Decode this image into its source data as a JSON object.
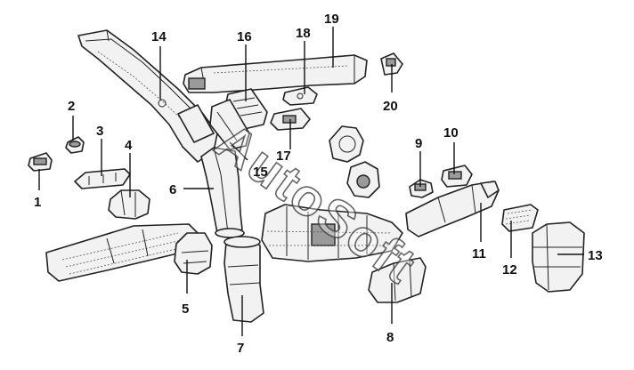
{
  "watermark": {
    "text": "AutoSoft"
  },
  "callouts": [
    {
      "id": "1",
      "label": "1"
    },
    {
      "id": "2",
      "label": "2"
    },
    {
      "id": "3",
      "label": "3"
    },
    {
      "id": "4",
      "label": "4"
    },
    {
      "id": "5",
      "label": "5"
    },
    {
      "id": "6",
      "label": "6"
    },
    {
      "id": "7",
      "label": "7"
    },
    {
      "id": "8",
      "label": "8"
    },
    {
      "id": "9",
      "label": "9"
    },
    {
      "id": "10",
      "label": "10"
    },
    {
      "id": "11",
      "label": "11"
    },
    {
      "id": "12",
      "label": "12"
    },
    {
      "id": "13",
      "label": "13"
    },
    {
      "id": "14",
      "label": "14"
    },
    {
      "id": "15",
      "label": "15"
    },
    {
      "id": "16",
      "label": "16"
    },
    {
      "id": "17",
      "label": "17"
    },
    {
      "id": "18",
      "label": "18"
    },
    {
      "id": "19",
      "label": "19"
    },
    {
      "id": "20",
      "label": "20"
    }
  ]
}
